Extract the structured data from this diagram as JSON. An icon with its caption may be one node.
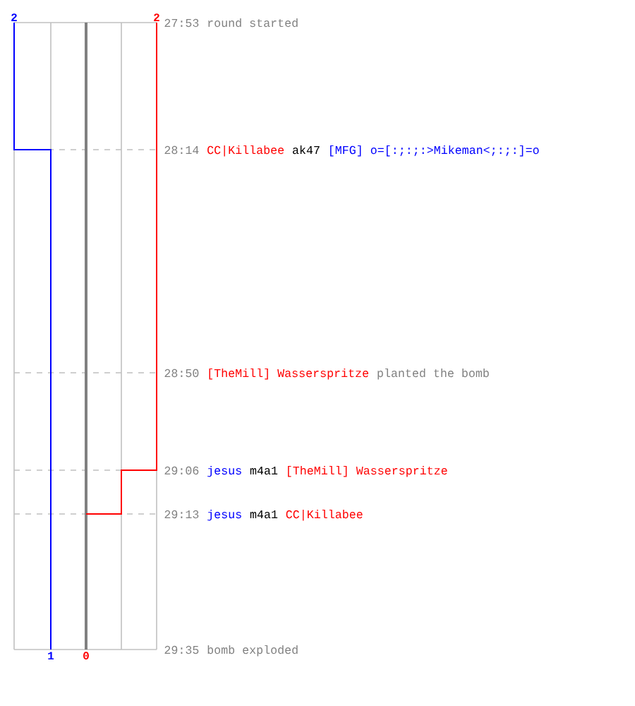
{
  "diagram": {
    "labels": [
      "2",
      "2",
      "27:53",
      "round started",
      "28:14",
      "CC|Killabee",
      "ak47",
      "[MFG] o=[:;:;:>Mikeman<;:;:]=o",
      "28:50",
      "[TheMill] Wasserspritze",
      "planted the bomb",
      "29:06",
      "jesus",
      "m4a1",
      "[TheMill] Wasserspritze",
      "29:13",
      "jesus",
      "m4a1",
      "CC|Killabee",
      "29:35",
      "bomb exploded",
      "1",
      "0"
    ]
  }
}
